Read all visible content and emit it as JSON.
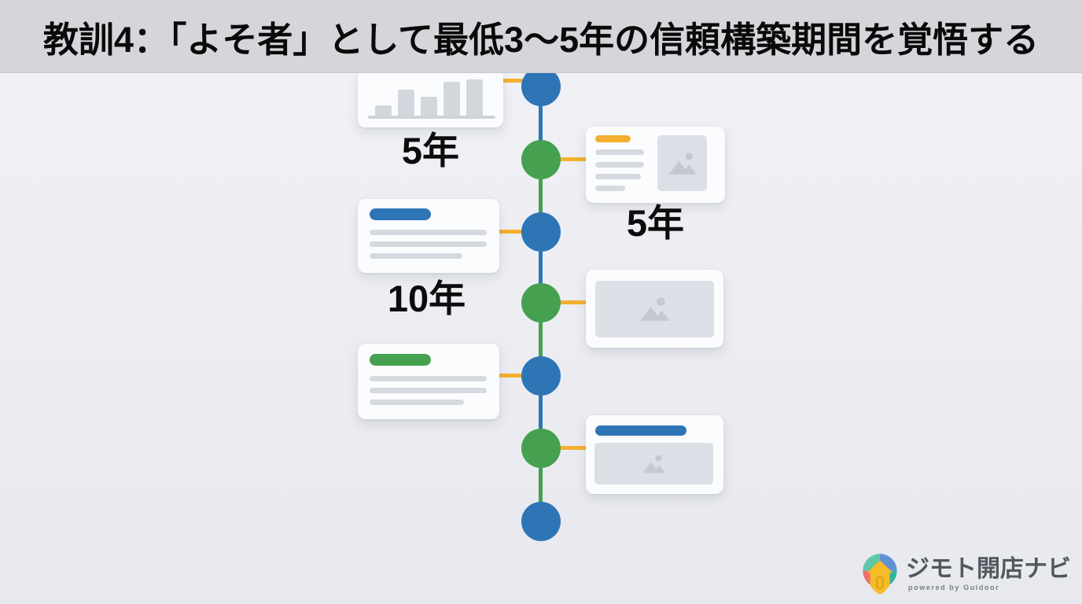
{
  "slide": {
    "title": "教訓4：「よそ者」として最低3〜5年の信頼構築期間を覚悟する"
  },
  "timeline": {
    "colors": {
      "node_blue": "#2e75b6",
      "node_green": "#45a14f",
      "connector_orange": "#f3b02f"
    },
    "nodes": [
      {
        "color": "blue",
        "side": "left"
      },
      {
        "color": "green",
        "side": "right"
      },
      {
        "color": "blue",
        "side": "left"
      },
      {
        "color": "green",
        "side": "right"
      },
      {
        "color": "blue",
        "side": "left"
      },
      {
        "color": "green",
        "side": "right"
      },
      {
        "color": "blue",
        "side": "none"
      }
    ],
    "bar_chart": {
      "heights": [
        13,
        33,
        24,
        43,
        46
      ]
    },
    "labels": {
      "card1": "5年",
      "card2": "5年",
      "card3": "10年"
    }
  },
  "footer": {
    "brand": "ジモト開店ナビ",
    "powered_by": "powered by Guidoor"
  }
}
